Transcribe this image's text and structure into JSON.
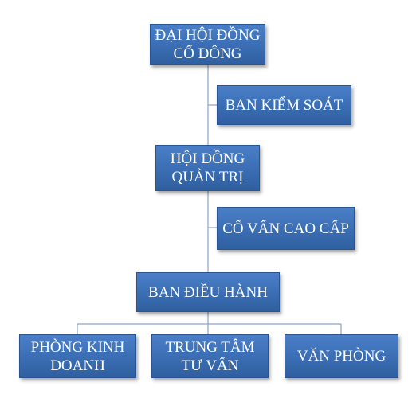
{
  "nodes": {
    "shareholders": {
      "line1": "ĐẠI HỘI ĐỒNG",
      "line2": "CỔ ĐÔNG"
    },
    "supervisory": {
      "line1": "BAN KIỂM SOÁT"
    },
    "board": {
      "line1": "HỘI ĐỒNG",
      "line2": "QUẢN TRỊ"
    },
    "advisor": {
      "line1": "CỐ VẤN CAO CẤP"
    },
    "executive": {
      "line1": "BAN ĐIỀU HÀNH"
    },
    "sales": {
      "line1": "PHÒNG KINH",
      "line2": "DOANH"
    },
    "consulting": {
      "line1": "TRUNG TÂM",
      "line2": "TƯ VẤN"
    },
    "office": {
      "line1": "VĂN PHÒNG"
    }
  },
  "colors": {
    "box_fill": "#3a6db3",
    "box_border": "#2a5590",
    "text": "#ffffff",
    "connector": "#8aa4c8"
  }
}
